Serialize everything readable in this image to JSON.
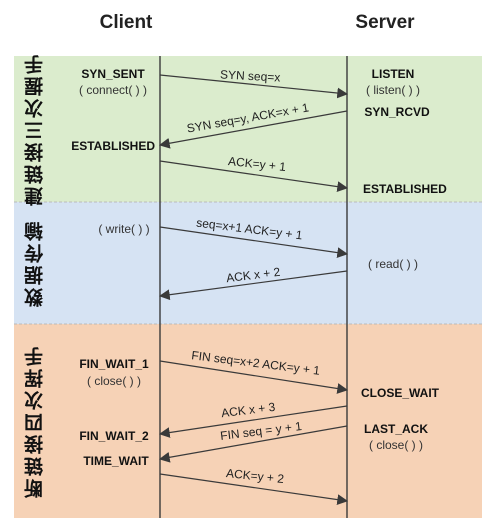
{
  "headers": {
    "client": "Client",
    "server": "Server"
  },
  "colors": {
    "connect_band": "#dbeccd",
    "data_band": "#d6e3f3",
    "close_band": "#f6d2b6",
    "line": "#3a3a3a"
  },
  "bands": [
    {
      "id": "connect",
      "label": "建链接三次握手"
    },
    {
      "id": "data",
      "label": "数据传输"
    },
    {
      "id": "close",
      "label": "断链接四次挥手"
    }
  ],
  "client_states": {
    "syn_sent": "SYN_SENT",
    "connect_call": "( connect( ) )",
    "established": "ESTABLISHED",
    "write_call": "( write( ) )",
    "fin_wait_1": "FIN_WAIT_1",
    "close_call": "( close( ) )",
    "fin_wait_2": "FIN_WAIT_2",
    "time_wait": "TIME_WAIT"
  },
  "server_states": {
    "listen": "LISTEN",
    "listen_call": "( listen( ) )",
    "syn_rcvd": "SYN_RCVD",
    "established": "ESTABLISHED",
    "read_call": "( read( ) )",
    "close_wait": "CLOSE_WAIT",
    "last_ack": "LAST_ACK",
    "close_call": "( close( ) )"
  },
  "messages": {
    "m1": "SYN seq=x",
    "m2": "SYN seq=y, ACK=x + 1",
    "m3": "ACK=y + 1",
    "m4": "seq=x+1 ACK=y + 1",
    "m5": "ACK x + 2",
    "m6": "FIN seq=x+2 ACK=y + 1",
    "m7": "ACK x + 3",
    "m8": "FIN seq = y + 1",
    "m9": "ACK=y + 2"
  }
}
